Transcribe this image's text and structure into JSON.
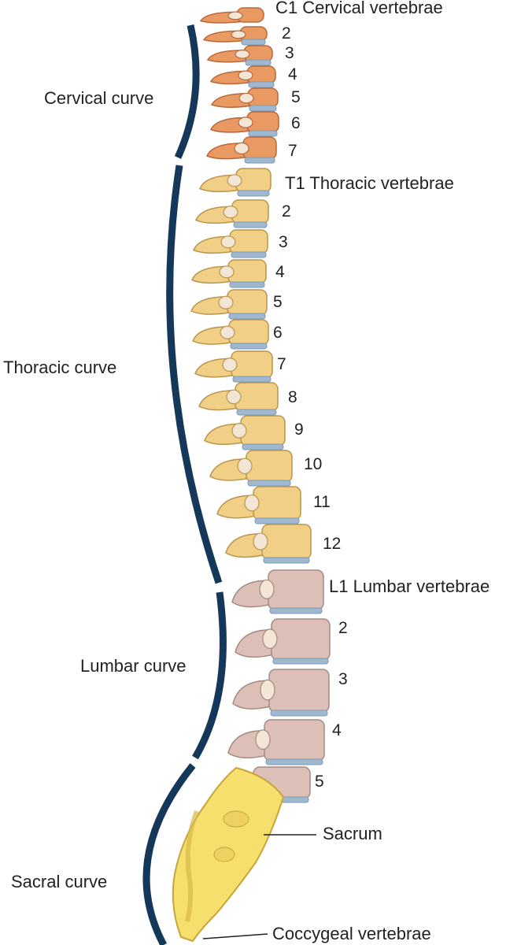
{
  "curves": {
    "cervical": "Cervical curve",
    "thoracic": "Thoracic curve",
    "lumbar": "Lumbar curve",
    "sacral": "Sacral curve"
  },
  "regions": {
    "cervical": "C1 Cervical vertebrae",
    "thoracic": "T1 Thoracic vertebrae",
    "lumbar": "L1 Lumbar vertebrae",
    "sacrum": "Sacrum",
    "coccyx": "Coccygeal vertebrae"
  },
  "cervical_numbers": [
    "2",
    "3",
    "4",
    "5",
    "6",
    "7"
  ],
  "thoracic_numbers": [
    "2",
    "3",
    "4",
    "5",
    "6",
    "7",
    "8",
    "9",
    "10",
    "11",
    "12"
  ],
  "lumbar_numbers": [
    "2",
    "3",
    "4",
    "5"
  ],
  "colors": {
    "curve_line": "#14375a",
    "cervical_bone": "#e99a62",
    "thoracic_bone": "#f2cf86",
    "lumbar_bone": "#dcc0b8",
    "sacrum_bone": "#f7df6e",
    "disc": "#9fb8cf"
  }
}
